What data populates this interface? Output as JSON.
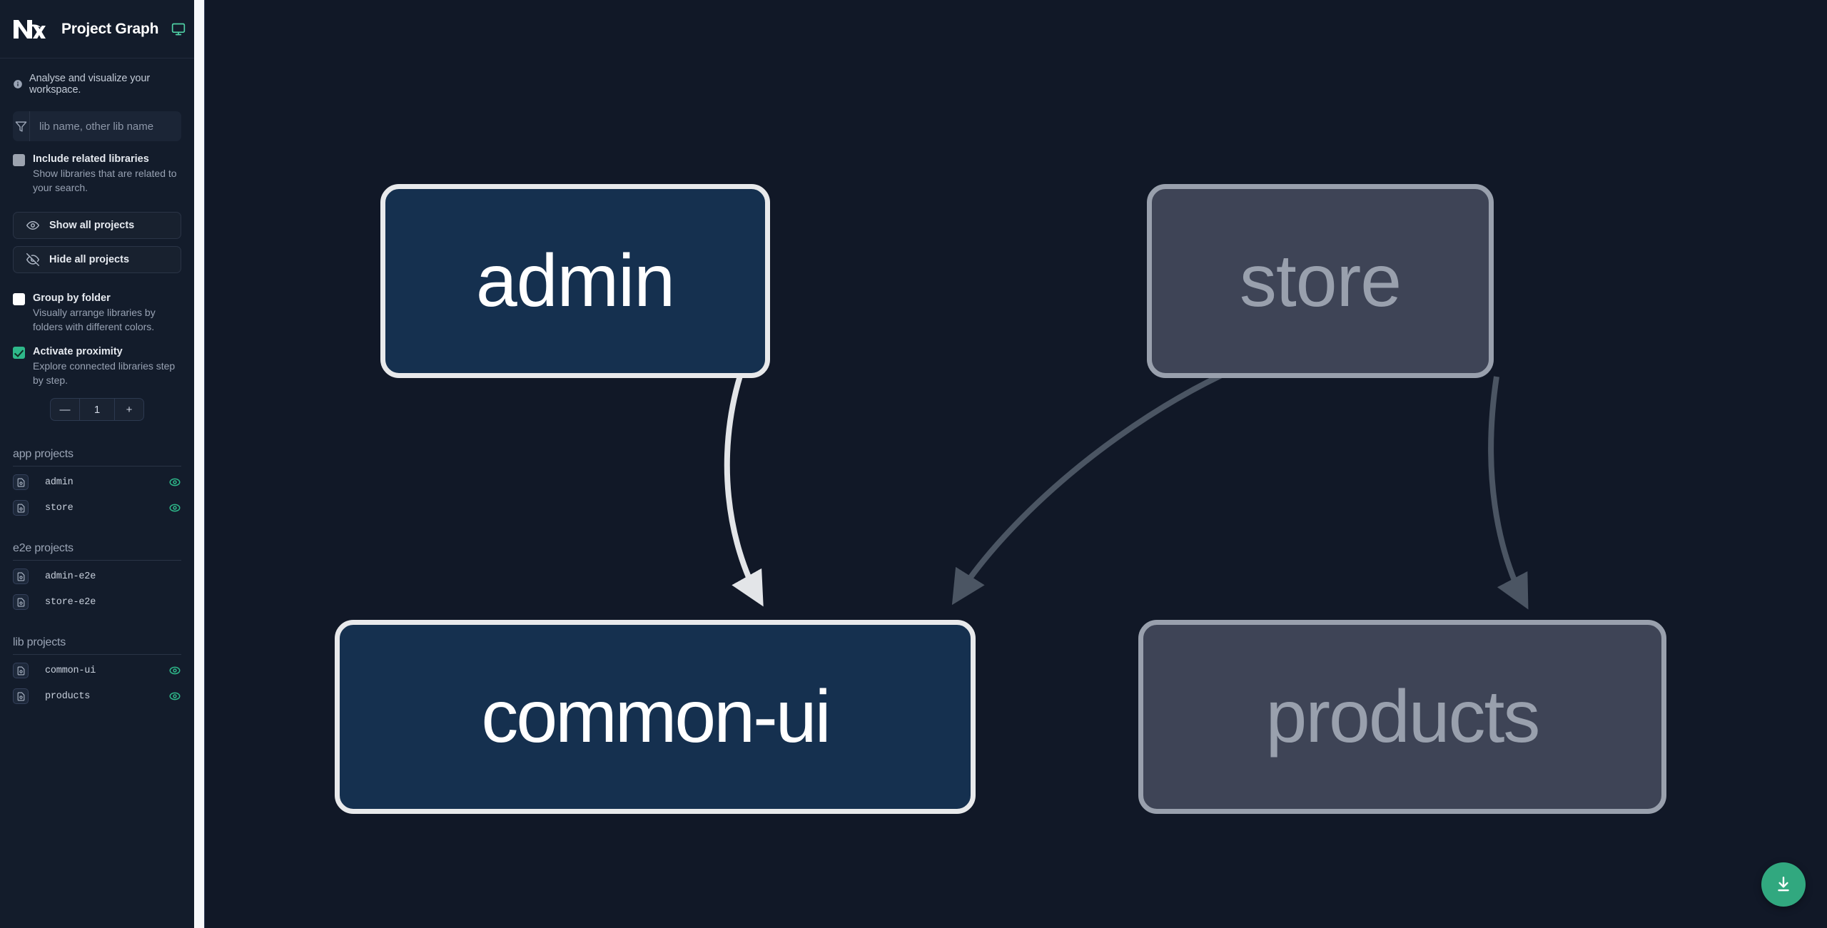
{
  "sidebar": {
    "header": {
      "logo_alt": "Nx",
      "title": "Project Graph",
      "monitor_icon": "monitor-icon"
    },
    "tagline": "Analyse and visualize your workspace.",
    "search": {
      "placeholder": "lib name, other lib name",
      "value": "",
      "filter_icon": "filter-icon"
    },
    "options": [
      {
        "id": "include-related-libraries",
        "title": "Include related libraries",
        "desc": "Show libraries that are related to your search.",
        "checked": false,
        "style": "grey"
      },
      {
        "id": "group-by-folder",
        "title": "Group by folder",
        "desc": "Visually arrange libraries by folders with different colors.",
        "checked": false,
        "style": "white"
      },
      {
        "id": "activate-proximity",
        "title": "Activate proximity",
        "desc": "Explore connected libraries step by step.",
        "checked": true,
        "style": "green"
      }
    ],
    "buttons": {
      "show_all": "Show all projects",
      "hide_all": "Hide all projects"
    },
    "stepper": {
      "minus_label": "—",
      "value": "1",
      "plus_label": "+"
    },
    "groups": [
      {
        "title": "app projects",
        "items": [
          {
            "name": "admin",
            "visible": true
          },
          {
            "name": "store",
            "visible": true
          }
        ]
      },
      {
        "title": "e2e projects",
        "items": [
          {
            "name": "admin-e2e",
            "visible": false
          },
          {
            "name": "store-e2e",
            "visible": false
          }
        ]
      },
      {
        "title": "lib projects",
        "items": [
          {
            "name": "common-ui",
            "visible": true
          },
          {
            "name": "products",
            "visible": true
          }
        ]
      }
    ]
  },
  "graph": {
    "nodes": [
      {
        "id": "admin",
        "label": "admin",
        "state": "focused"
      },
      {
        "id": "store",
        "label": "store",
        "state": "dim"
      },
      {
        "id": "common-ui",
        "label": "common-ui",
        "state": "focused"
      },
      {
        "id": "products",
        "label": "products",
        "state": "dim"
      }
    ],
    "edges": [
      {
        "from": "admin",
        "to": "common-ui",
        "state": "focused"
      },
      {
        "from": "store",
        "to": "common-ui",
        "state": "dim"
      },
      {
        "from": "store",
        "to": "products",
        "state": "dim"
      }
    ],
    "download_button": "download-icon"
  },
  "colors": {
    "accent_green": "#2eb88a",
    "fab_green": "#31a87f",
    "sidebar_bg": "#131c2b",
    "graph_bg": "#111827",
    "node_focused_fill": "#15304f",
    "node_focused_border": "#e8e9eb",
    "node_dim_fill": "#3e4456",
    "node_dim_border": "#99a0ad"
  }
}
